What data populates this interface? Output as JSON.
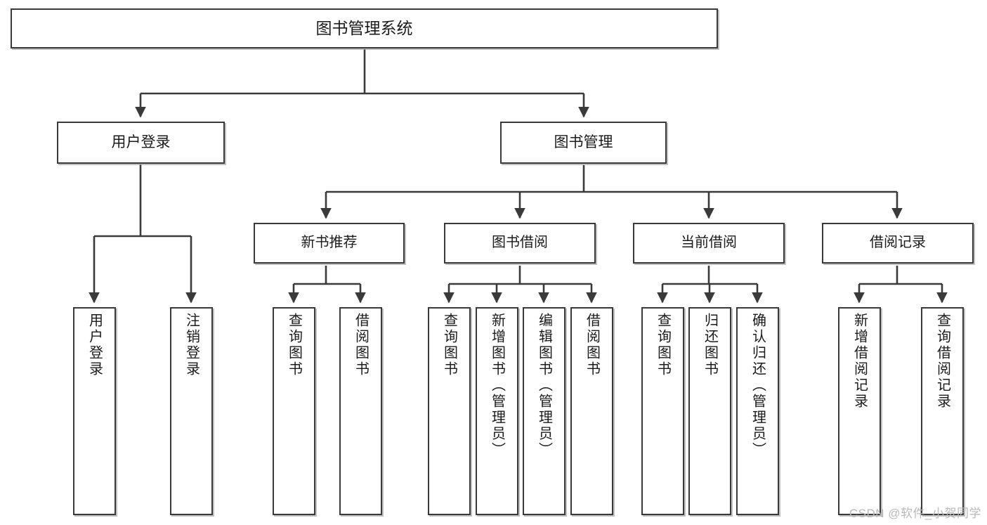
{
  "diagram": {
    "type": "tree-hierarchy-chart",
    "title": "图书管理系统",
    "watermark": "CSDN @软件_小贺同学",
    "stroke_color": "#3a3a3a",
    "fill_color": "#ffffff",
    "text_color": "#1b1b1b",
    "nodes": {
      "root": {
        "label": "图书管理系统"
      },
      "level2": [
        {
          "id": "user-login",
          "label": "用户登录"
        },
        {
          "id": "book-management",
          "label": "图书管理"
        }
      ],
      "level3": [
        {
          "id": "new-book-recommend",
          "label": "新书推荐"
        },
        {
          "id": "book-borrow",
          "label": "图书借阅"
        },
        {
          "id": "current-borrow",
          "label": "当前借阅"
        },
        {
          "id": "borrow-record",
          "label": "借阅记录"
        }
      ],
      "leaves": {
        "user_login": [
          {
            "id": "leaf-user-login",
            "label": "用户登录"
          },
          {
            "id": "leaf-logout-login",
            "label": "注销登录"
          }
        ],
        "new_book_recommend": [
          {
            "id": "leaf-query-book-1",
            "label": "查询图书"
          },
          {
            "id": "leaf-borrow-book-1",
            "label": "借阅图书"
          }
        ],
        "book_borrow": [
          {
            "id": "leaf-query-book-2",
            "label": "查询图书"
          },
          {
            "id": "leaf-add-book",
            "label": "新增图书（管理员）"
          },
          {
            "id": "leaf-edit-book",
            "label": "编辑图书（管理员）"
          },
          {
            "id": "leaf-borrow-book-2",
            "label": "借阅图书"
          }
        ],
        "current_borrow": [
          {
            "id": "leaf-query-book-3",
            "label": "查询图书"
          },
          {
            "id": "leaf-return-book",
            "label": "归还图书"
          },
          {
            "id": "leaf-confirm-return",
            "label": "确认归还（管理员）"
          }
        ],
        "borrow_record": [
          {
            "id": "leaf-add-record",
            "label": "新增借阅记录"
          },
          {
            "id": "leaf-query-record",
            "label": "查询借阅记录"
          }
        ]
      }
    }
  }
}
